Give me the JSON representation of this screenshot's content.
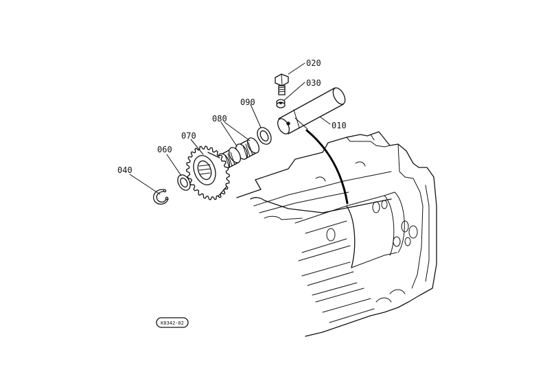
{
  "parts": [
    {
      "id": "p010",
      "label": "010",
      "name": "shaft"
    },
    {
      "id": "p020",
      "label": "020",
      "name": "bolt"
    },
    {
      "id": "p030",
      "label": "030",
      "name": "washer"
    },
    {
      "id": "p040",
      "label": "040",
      "name": "circlip"
    },
    {
      "id": "p060",
      "label": "060",
      "name": "thrust-washer"
    },
    {
      "id": "p070",
      "label": "070",
      "name": "gear"
    },
    {
      "id": "p080",
      "label": "080",
      "name": "needle-bearing"
    },
    {
      "id": "p090",
      "label": "090",
      "name": "collar"
    }
  ],
  "drawing_ref": "K0342-02"
}
